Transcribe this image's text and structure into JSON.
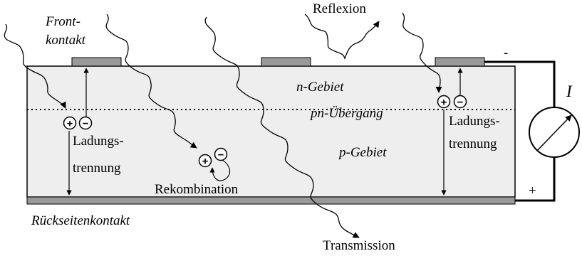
{
  "labels": {
    "front_contact_line1": "Front-",
    "front_contact_line2": "kontakt",
    "reflection": "Reflexion",
    "n_region": "n-Gebiet",
    "pn_junction": "pn-Übergang",
    "p_region": "p-Gebiet",
    "charge_sep_left_line1": "Ladungs-",
    "charge_sep_left_line2": "trennung",
    "charge_sep_right_line1": "Ladungs-",
    "charge_sep_right_line2": "trennung",
    "recombination": "Rekombination",
    "back_contact": "Rückseitenkontakt",
    "transmission": "Transmission",
    "current_symbol": "I",
    "minus_terminal": "-",
    "plus_terminal": "+"
  },
  "carrier_signs": {
    "hole": "+",
    "electron": "−"
  },
  "colors": {
    "cell_fill": "#eeeeee",
    "contact_fill": "#999999",
    "line": "#000000"
  },
  "icons": [
    "wavy-light-ray-arrow",
    "hole-charge-icon",
    "electron-charge-icon",
    "ammeter-icon"
  ]
}
